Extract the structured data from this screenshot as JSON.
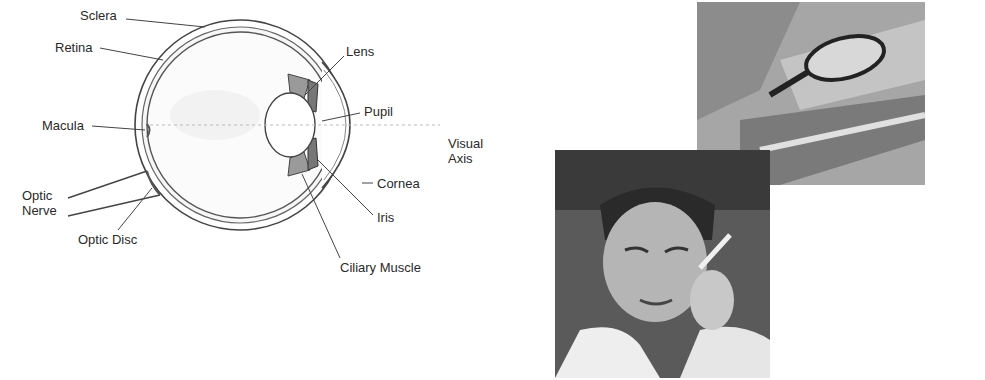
{
  "diagram": {
    "labels": [
      "Sclera",
      "Retina",
      "Lens",
      "Macula",
      "Pupil",
      "Visual Axis",
      "Cornea",
      "Optic Nerve",
      "Iris",
      "Optic Disc",
      "Ciliary Muscle"
    ]
  }
}
